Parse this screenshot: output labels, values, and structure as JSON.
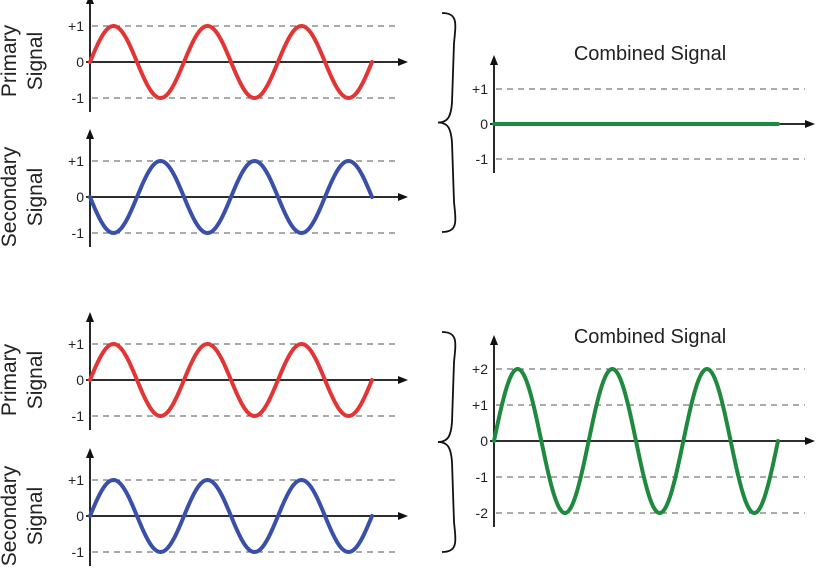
{
  "colors": {
    "primary": "#e23535",
    "secondary": "#3a50a8",
    "combined": "#1f8a3f",
    "axis": "#111111",
    "grid": "#555555"
  },
  "labels": {
    "primary_signal": [
      "Primary",
      "Signal"
    ],
    "secondary_signal": [
      "Secondary",
      "Signal"
    ],
    "combined_title": "Combined Signal"
  },
  "ticks_unit": [
    "+1",
    "0",
    "-1"
  ],
  "ticks_double": [
    "+2",
    "+1",
    "0",
    "-1",
    "-2"
  ],
  "scenarios": [
    {
      "name": "destructive-interference",
      "primary": {
        "cycles": 3,
        "amplitude": 1,
        "phase": "in-phase"
      },
      "secondary": {
        "cycles": 3,
        "amplitude": 1,
        "phase": "inverted"
      },
      "combined": {
        "cycles": 3,
        "amplitude": 0
      }
    },
    {
      "name": "constructive-interference",
      "primary": {
        "cycles": 3,
        "amplitude": 1,
        "phase": "in-phase"
      },
      "secondary": {
        "cycles": 3,
        "amplitude": 1,
        "phase": "in-phase"
      },
      "combined": {
        "cycles": 3,
        "amplitude": 2
      }
    }
  ]
}
